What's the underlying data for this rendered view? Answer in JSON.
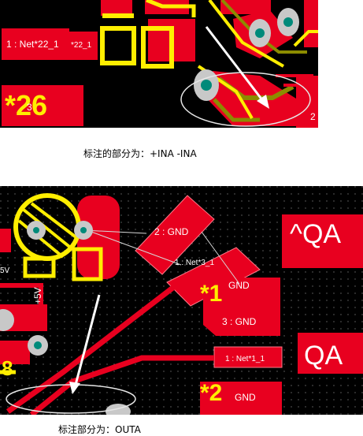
{
  "figure1": {
    "labels": {
      "net_label": "1 : Net*22_1",
      "net_label_2": "*22_1",
      "ref_26": "*26",
      "pad_3": "3",
      "pad_2": "2"
    },
    "caption": "标注的部分为：+INA    -INA"
  },
  "figure2": {
    "labels": {
      "gnd_2": "2 : GND",
      "net_3": "1 : Net*3_1",
      "ref_1": "*1",
      "gnd_1": "GND",
      "gnd_3": "3 : GND",
      "net_1": "1 : Net*1_1",
      "ref_2": "*2",
      "gnd_4": "GND",
      "plus5v": "+5V",
      "plus5v_b": "5V",
      "ref_8": "8",
      "qa_top": "^QA",
      "qa_bottom": "QA"
    },
    "caption": "标注部分为：OUTA"
  },
  "colors": {
    "board": "#000000",
    "copper": "#e8001f",
    "silkscreen": "#ffee00",
    "pad_gray": "#c8c8c8",
    "via_teal": "#008a7a",
    "olive": "#8c8c00",
    "outline": "#ffffff"
  }
}
